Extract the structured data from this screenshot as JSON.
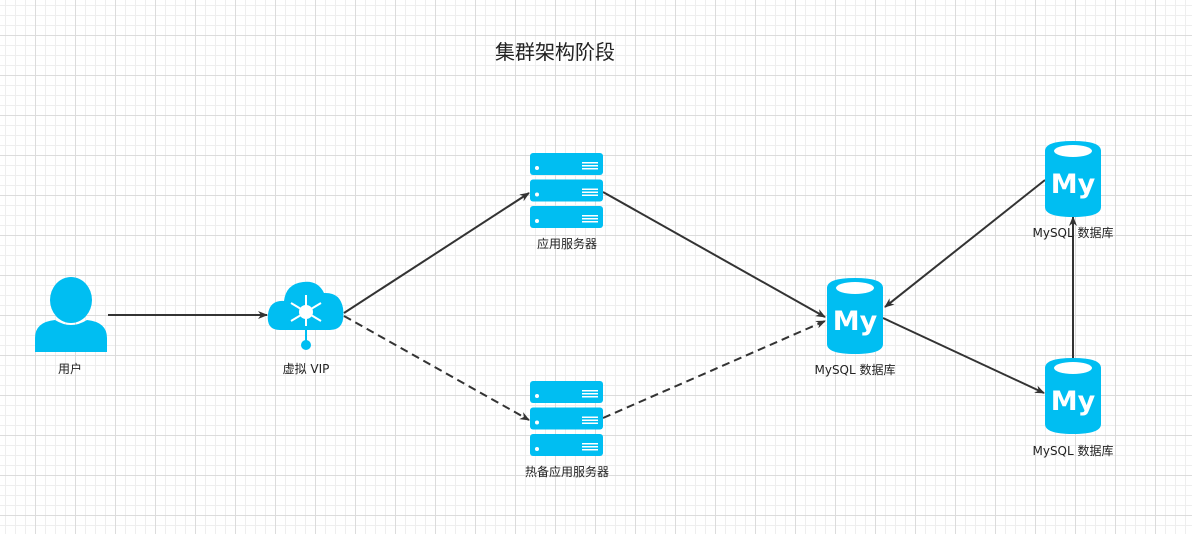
{
  "title": "集群架构阶段",
  "nodes": {
    "user": "用户",
    "vip": "虚拟 VIP",
    "app_server": "应用服务器",
    "standby_server": "热备应用服务器",
    "mysql_main": "MySQL 数据库",
    "mysql_top": "MySQL 数据库",
    "mysql_bottom": "MySQL 数据库"
  },
  "colors": {
    "icon": "#00BEF2",
    "edge": "#333333"
  }
}
